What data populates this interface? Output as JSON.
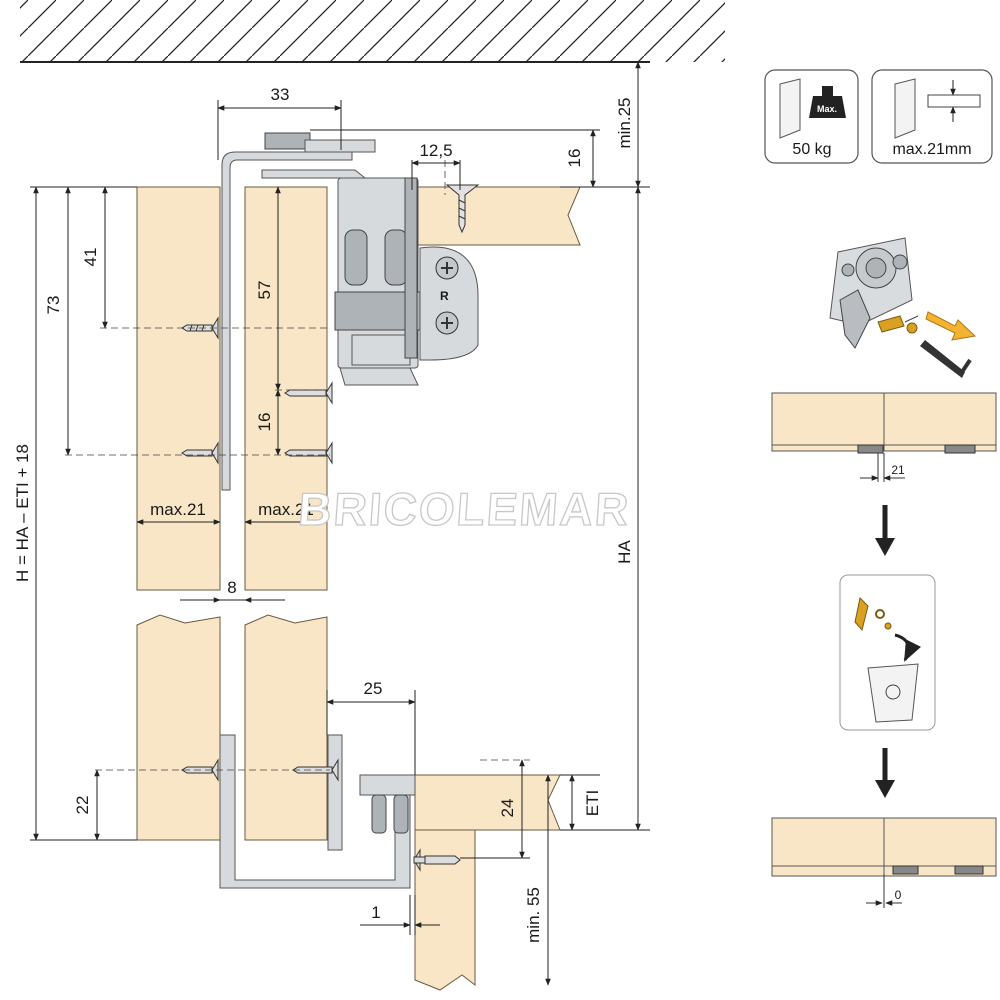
{
  "dimensions": {
    "d33": "33",
    "d12_5": "12,5",
    "d16_top": "16",
    "min25": "min.25",
    "d41": "41",
    "d73": "73",
    "d57": "57",
    "d16_mid": "16",
    "max21_left": "max.21",
    "max21_right": "max.21",
    "gap8": "8",
    "formula": "H = HA – ETI + 18",
    "ha": "HA",
    "d25": "25",
    "d22": "22",
    "d24": "24",
    "eti": "ETI",
    "min55": "min. 55",
    "d1": "1"
  },
  "spec_icons": {
    "weight": "50 kg",
    "max_badge": "Max.",
    "thickness": "max.21mm"
  },
  "steps": {
    "gap_before": "21",
    "gap_after": "0"
  },
  "watermark": "BRICOLEMAR",
  "colors": {
    "wood": "#f8e6c6",
    "metal": "#d7dadd",
    "brass": "#d9a021"
  }
}
